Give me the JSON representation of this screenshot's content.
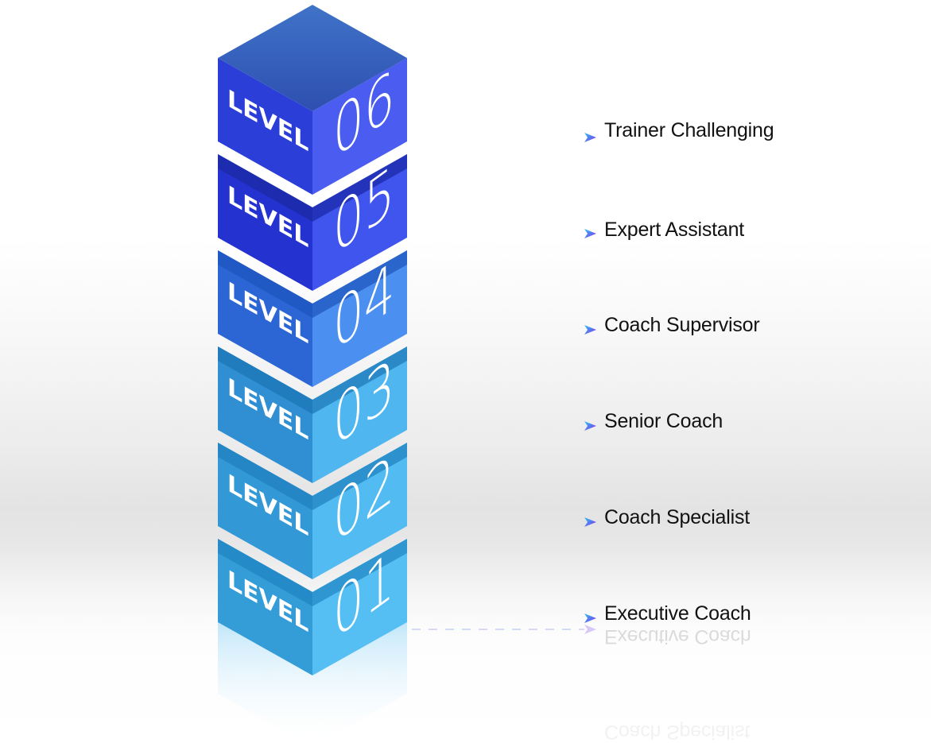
{
  "title": "Coaching Levels Stack",
  "colors": {
    "cube_top_face": "#3563c2",
    "level_06": {
      "left": "#2b3fd8",
      "right": "#4a5df0",
      "band": "#1f2fb5"
    },
    "level_05": {
      "left": "#2433cf",
      "right": "#3f55ee",
      "band": "#1c2aa8"
    },
    "level_04": {
      "left": "#2c65d4",
      "right": "#4b8ff0",
      "band": "#1f57bf"
    },
    "level_03": {
      "left": "#2f8fd2",
      "right": "#4fb6f0",
      "band": "#1f79bb"
    },
    "level_02": {
      "left": "#3399d6",
      "right": "#52bcf2",
      "band": "#2283c2"
    },
    "level_01": {
      "left": "#349dd8",
      "right": "#55bff4",
      "band": "#2388c6"
    },
    "connector_start": "#3cb878",
    "connector_end": "#2a9fe0",
    "arrow_start": "#27c6f0",
    "arrow_end": "#8a2bf0",
    "label_text": "#111111"
  },
  "levels": [
    {
      "word": "LEVEL",
      "number": "06",
      "label": "Trainer Challenging"
    },
    {
      "word": "LEVEL",
      "number": "05",
      "label": "Expert Assistant"
    },
    {
      "word": "LEVEL",
      "number": "04",
      "label": "Coach Supervisor"
    },
    {
      "word": "LEVEL",
      "number": "03",
      "label": "Senior Coach"
    },
    {
      "word": "LEVEL",
      "number": "02",
      "label": "Coach Specialist"
    },
    {
      "word": "LEVEL",
      "number": "01",
      "label": "Executive Coach"
    }
  ],
  "reflection": {
    "label_1": "Executive Coach",
    "label_2": "Coach Specialist"
  }
}
